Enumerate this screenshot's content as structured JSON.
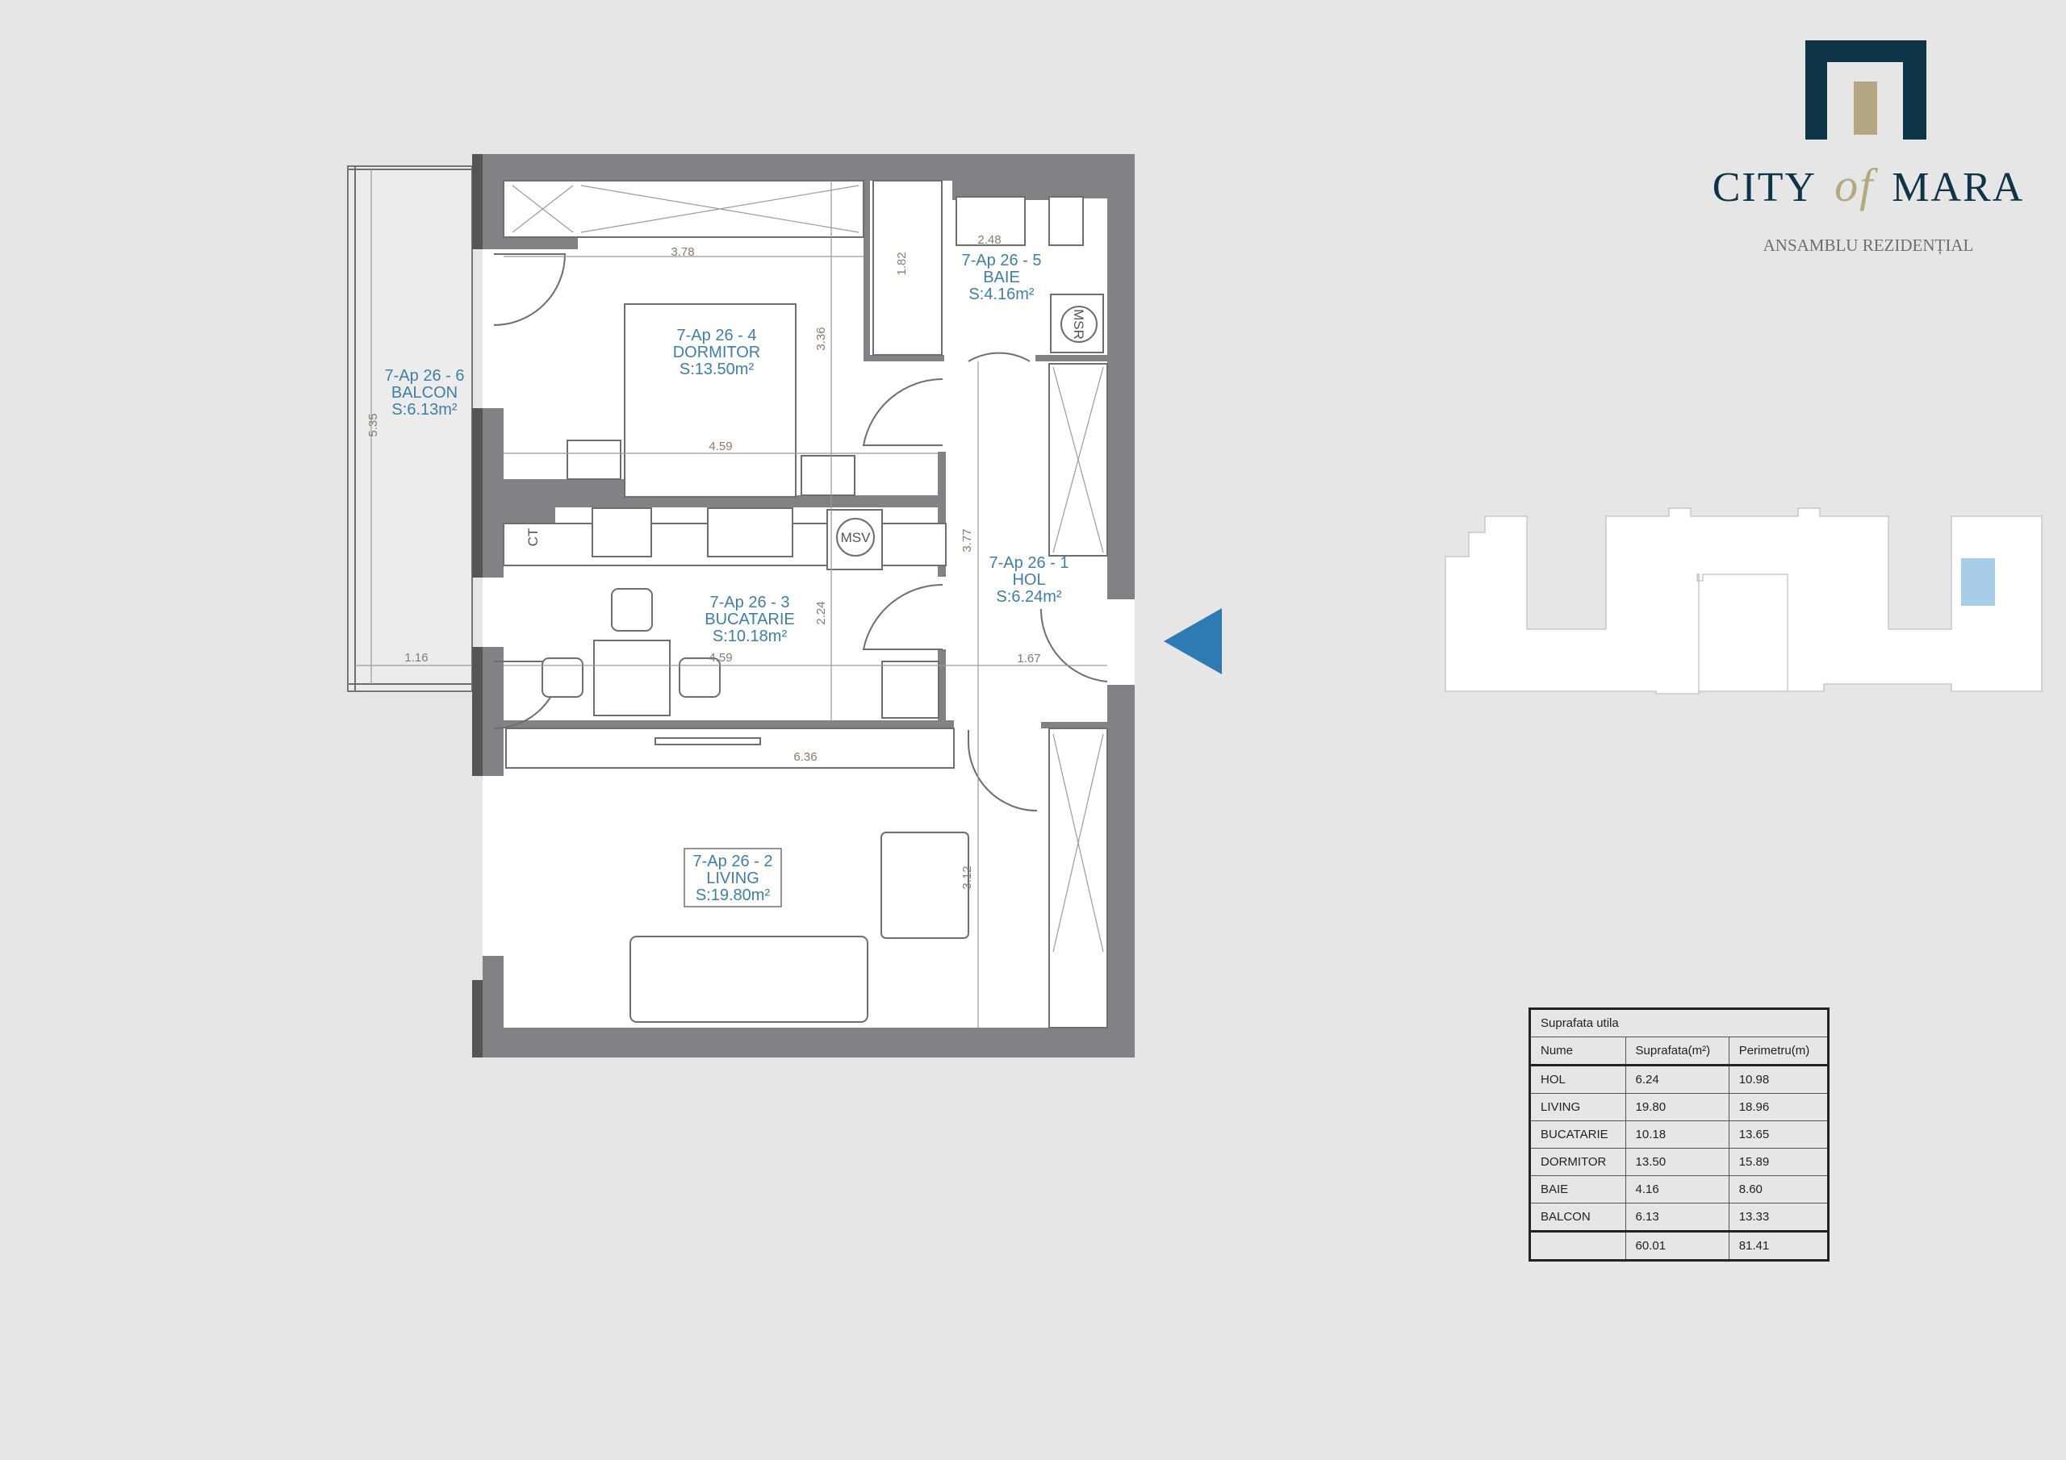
{
  "brand": {
    "name_part1": "CITY",
    "name_part2": "of",
    "name_part3": "MARA",
    "subtitle": "ANSAMBLU REZIDENȚIAL",
    "colors": {
      "navy": "#0e3447",
      "gold": "#b5a782"
    }
  },
  "rooms": {
    "balcon": {
      "code": "7-Ap 26 - 6",
      "name": "BALCON",
      "area": "S:6.13m²"
    },
    "dormitor": {
      "code": "7-Ap 26 - 4",
      "name": "DORMITOR",
      "area": "S:13.50m²"
    },
    "baie": {
      "code": "7-Ap 26 - 5",
      "name": "BAIE",
      "area": "S:4.16m²"
    },
    "bucatarie": {
      "code": "7-Ap 26 - 3",
      "name": "BUCATARIE",
      "area": "S:10.18m²"
    },
    "hol": {
      "code": "7-Ap 26 - 1",
      "name": "HOL",
      "area": "S:6.24m²"
    },
    "living": {
      "code": "7-Ap 26 - 2",
      "name": "LIVING",
      "area": "S:19.80m²"
    }
  },
  "dimensions": {
    "d378": "3.78",
    "d336": "3.36",
    "d248": "2.48",
    "d182": "1.82",
    "d535": "5.35",
    "d459a": "4.59",
    "d377": "3.77",
    "d224": "2.24",
    "d459b": "4.59",
    "d116": "1.16",
    "d167": "1.67",
    "d636": "6.36",
    "d312": "3.12"
  },
  "fixtures": {
    "ct": "CT",
    "msv": "MSV",
    "msr": "MSR"
  },
  "entrance_color": "#2e7bb4",
  "site_plan": {
    "highlight_color": "#a8cde8"
  },
  "area_table": {
    "title": "Suprafata utila",
    "headers": [
      "Nume",
      "Suprafata(m²)",
      "Perimetru(m)"
    ],
    "rows": [
      [
        "HOL",
        "6.24",
        "10.98"
      ],
      [
        "LIVING",
        "19.80",
        "18.96"
      ],
      [
        "BUCATARIE",
        "10.18",
        "13.65"
      ],
      [
        "DORMITOR",
        "13.50",
        "15.89"
      ],
      [
        "BAIE",
        "4.16",
        "8.60"
      ],
      [
        "BALCON",
        "6.13",
        "13.33"
      ]
    ],
    "total": [
      "",
      "60.01",
      "81.41"
    ]
  }
}
